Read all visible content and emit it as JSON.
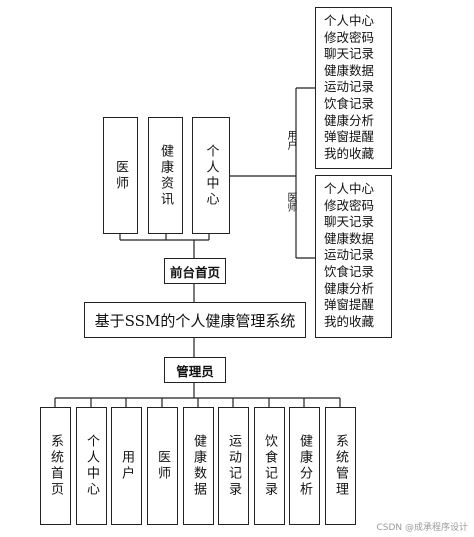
{
  "frontend": {
    "top_boxes": [
      "医师",
      "健康资讯",
      "个人中心"
    ],
    "node_label": "前台首页",
    "branches": [
      {
        "label": "用户",
        "items": [
          "个人中心",
          "修改密码",
          "聊天记录",
          "健康数据",
          "运动记录",
          "饮食记录",
          "健康分析",
          "弹窗提醒",
          "我的收藏"
        ]
      },
      {
        "label": "医师",
        "items": [
          "个人中心",
          "修改密码",
          "聊天记录",
          "健康数据",
          "运动记录",
          "饮食记录",
          "健康分析",
          "弹窗提醒",
          "我的收藏"
        ]
      }
    ]
  },
  "system": {
    "title": "基于SSM的个人健康管理系统"
  },
  "admin": {
    "node_label": "管理员",
    "modules": [
      "系统首页",
      "个人中心",
      "用户",
      "医师",
      "健康数据",
      "运动记录",
      "饮食记录",
      "健康分析",
      "系统管理"
    ]
  },
  "watermark": "CSDN @成承程序设计"
}
